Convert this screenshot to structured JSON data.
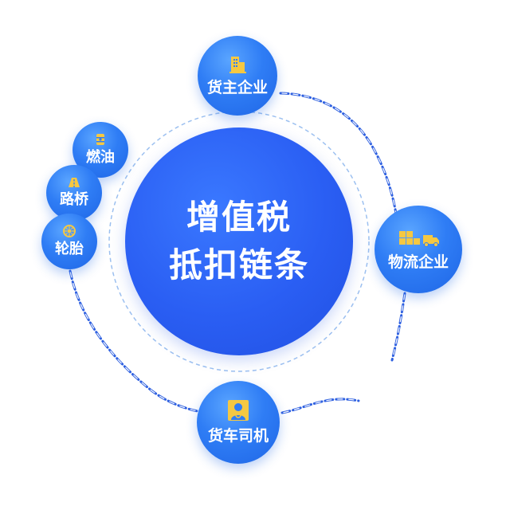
{
  "center": {
    "line1": "增值税",
    "line2": "抵扣链条"
  },
  "nodes": {
    "shipper": {
      "label": "货主企业",
      "icon": "building-icon"
    },
    "logistics": {
      "label": "物流企业",
      "icon": "boxes-truck-icon"
    },
    "driver": {
      "label": "货车司机",
      "icon": "driver-icon"
    },
    "fuel": {
      "label": "燃油",
      "icon": "oil-barrel-icon"
    },
    "bridge": {
      "label": "路桥",
      "icon": "road-icon"
    },
    "tire": {
      "label": "轮胎",
      "icon": "tire-icon"
    }
  },
  "colors": {
    "center": "#2a5ef3",
    "node": "#2f7df5",
    "chain": "#2d5fe0",
    "dashed_ring": "#9cc0f0",
    "icon": "#f5c842"
  }
}
